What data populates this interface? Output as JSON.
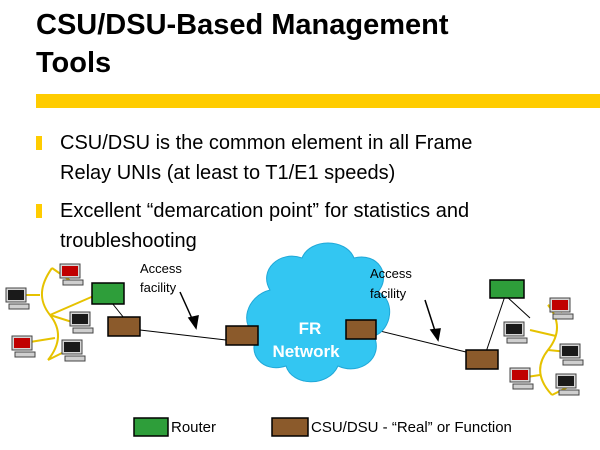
{
  "slide": {
    "title_line1": "CSU/DSU-Based Management",
    "title_line2": "Tools",
    "bullets": [
      {
        "line1": "CSU/DSU is the common element in all Frame",
        "line2": "Relay UNIs (at least to T1/E1 speeds)"
      },
      {
        "line1": "Excellent “demarcation point” for statistics and",
        "line2": "troubleshooting"
      }
    ]
  },
  "diagram": {
    "left_label_line1": "Access",
    "left_label_line2": "facility",
    "right_label_line1": "Access",
    "right_label_line2": "facility",
    "cloud_line1": "FR",
    "cloud_line2": "Network"
  },
  "legend": {
    "router_label": "Router",
    "csu_label": "CSU/DSU - “Real” or Function"
  },
  "colors": {
    "accent": "#ffcc00",
    "router": "#2e9e3a",
    "csu": "#8b5a2b",
    "cloud": "#33c6f2",
    "pc_red": "#c00000"
  }
}
